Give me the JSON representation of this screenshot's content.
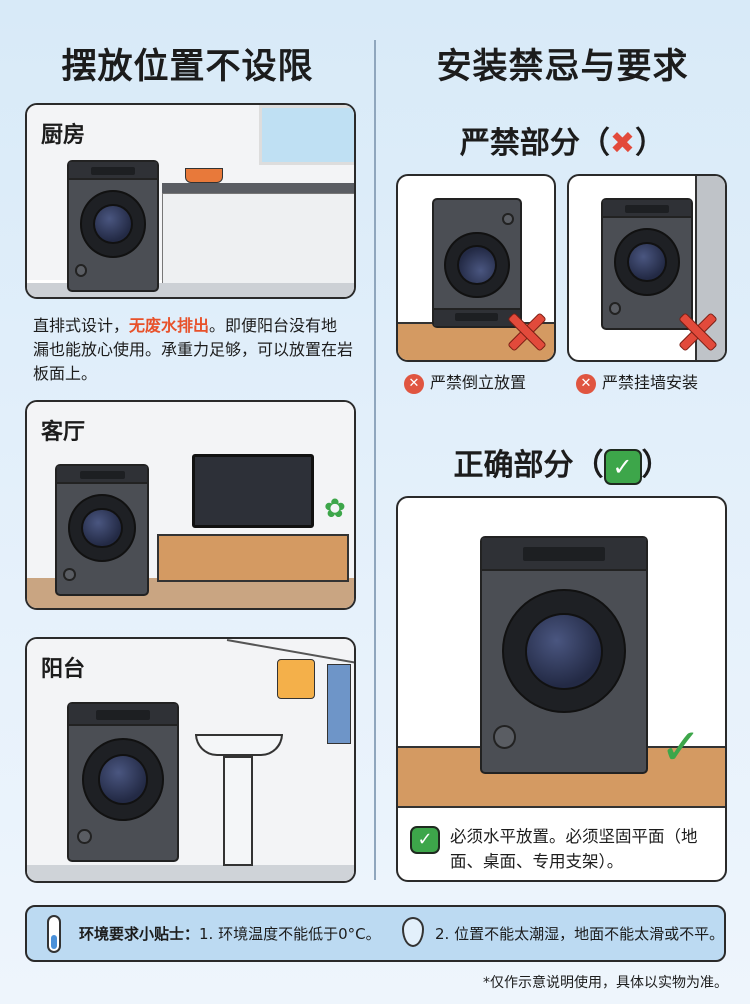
{
  "left": {
    "title": "摆放位置不设限",
    "kitchen": {
      "label": "厨房",
      "desc_before": "直排式设计，",
      "desc_highlight": "无废水排出",
      "desc_after": "。即便阳台没有地漏也能放心使用。承重力足够，可以放置在岩板面上。"
    },
    "living_room": {
      "label": "客厅"
    },
    "balcony": {
      "label": "阳台"
    }
  },
  "right": {
    "title": "安装禁忌与要求",
    "forbidden": {
      "heading": "严禁部分（",
      "heading_end": "）",
      "items": [
        {
          "caption": "严禁倒立放置"
        },
        {
          "caption": "严禁挂墙安装"
        }
      ]
    },
    "correct": {
      "heading": "正确部分（",
      "heading_end": "）",
      "caption": "必须水平放置。必须坚固平面（地面、桌面、专用支架）。"
    }
  },
  "tips": {
    "title": "环境要求小贴士：",
    "tip1": "1. 环境温度不能低于0°C。",
    "tip2": "2. 位置不能太潮湿，地面不能太滑或不平。",
    "icons": [
      "thermometer-icon",
      "water-drop-icon"
    ]
  },
  "footnote": "*仅作示意说明使用，具体以实物为准。",
  "colors": {
    "highlight": "#e8512a",
    "cross": "#e24a3b",
    "check": "#3da64a"
  }
}
